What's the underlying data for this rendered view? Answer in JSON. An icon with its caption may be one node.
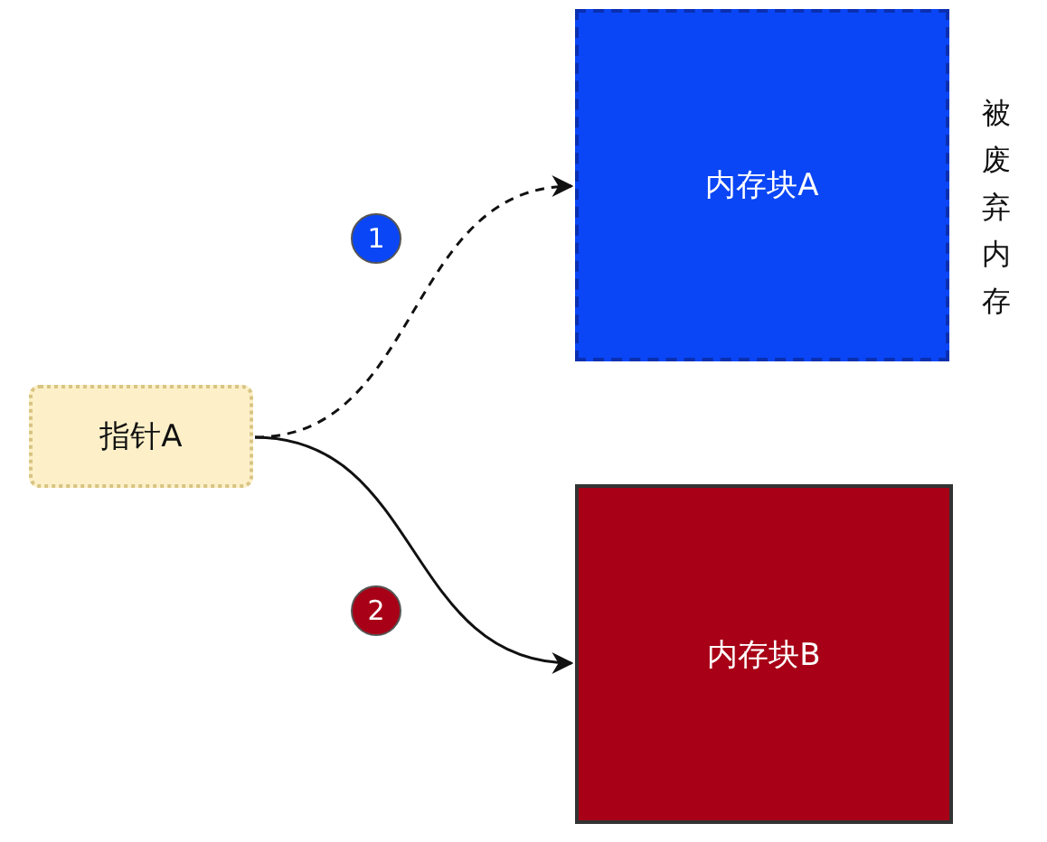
{
  "diagram": {
    "nodes": [
      {
        "text": [
          "指针A"
        ]
      },
      {
        "text": [
          "内存块A"
        ],
        "beside": [
          "被废弃内存"
        ]
      },
      {
        "text": [
          "内存块B"
        ]
      }
    ],
    "edges": [
      {
        "from": 0,
        "to": 1,
        "arrow": "to",
        "style": "dashed",
        "label": "1"
      },
      {
        "from": 0,
        "to": 2,
        "arrow": "to",
        "label": "2"
      }
    ]
  }
}
